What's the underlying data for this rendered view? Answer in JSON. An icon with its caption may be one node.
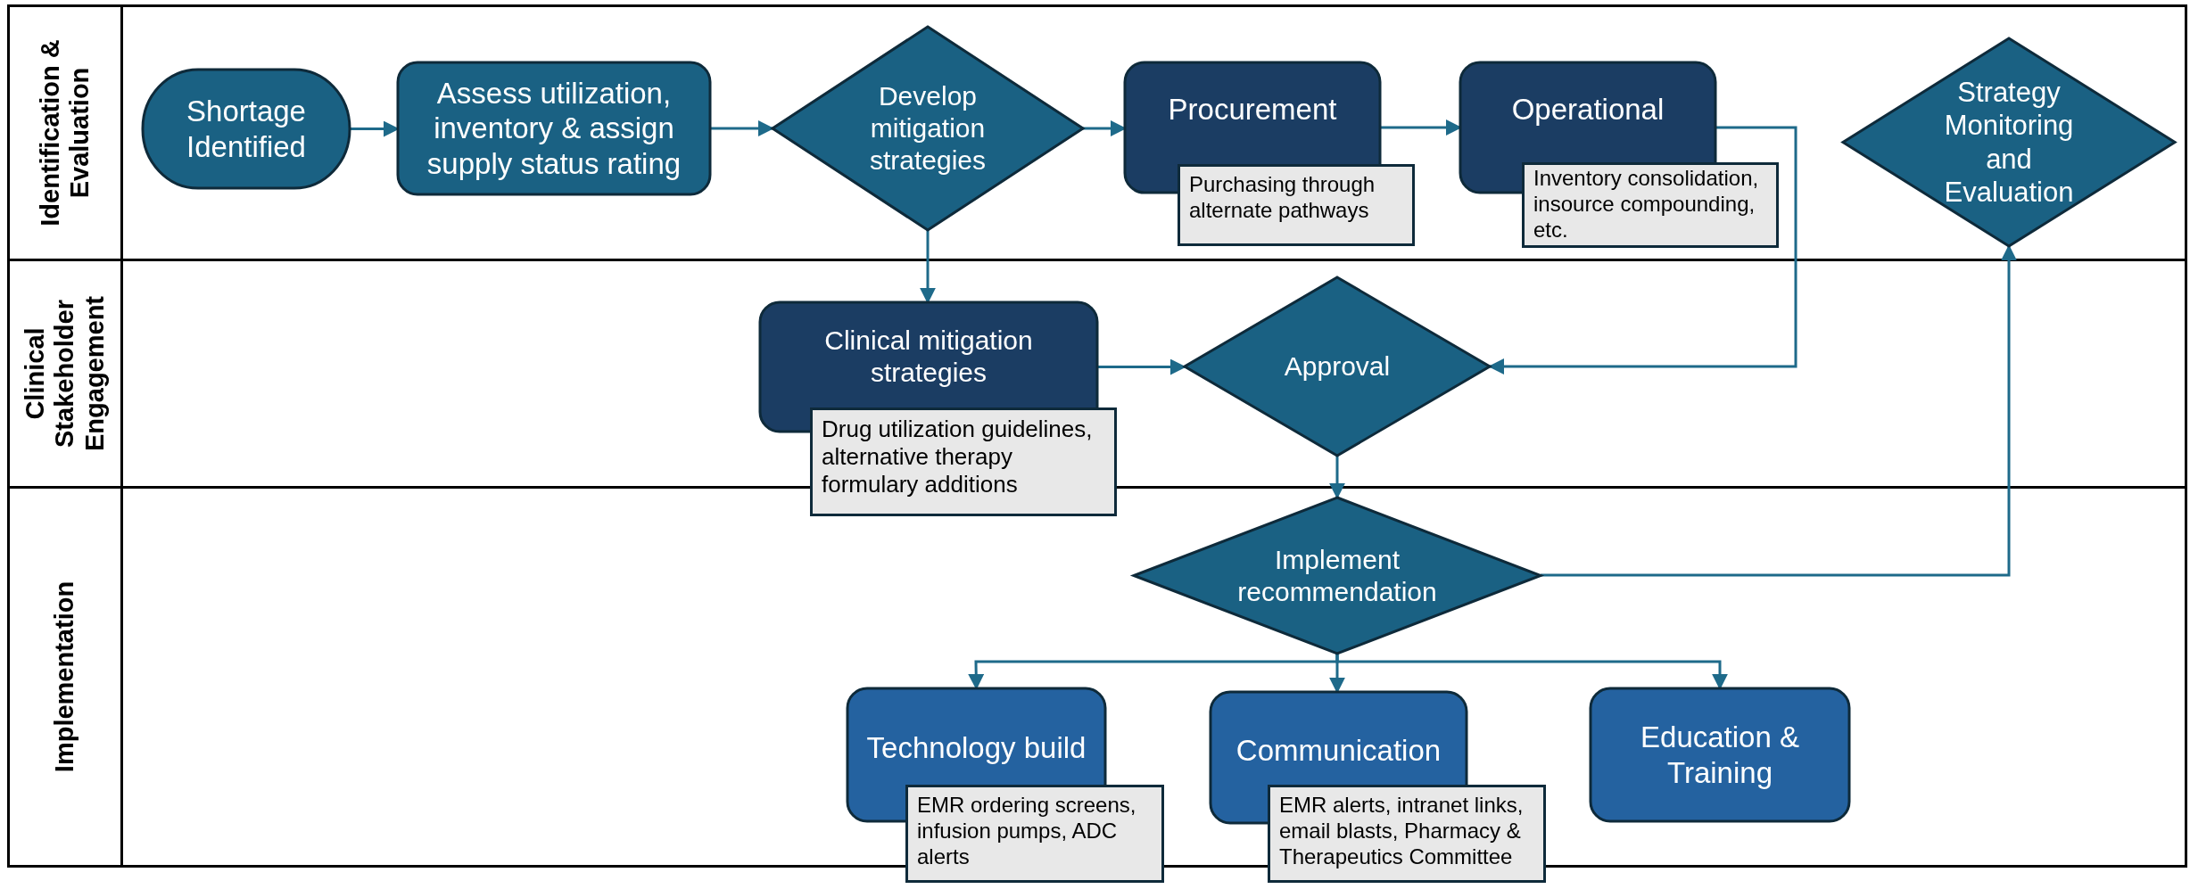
{
  "diagram": {
    "nodes": [
      {
        "text": [
          "Identification & Evaluation"
        ]
      },
      {
        "text": [
          "Clinical Stakeholder Engagement"
        ]
      },
      {
        "text": [
          "Implementation"
        ]
      },
      {
        "text": [
          "Shortage Identified"
        ],
        "in": 0
      },
      {
        "text": [
          "Assess utilization, inventory & assign supply status rating"
        ],
        "in": 0
      },
      {
        "text": [
          "Develop mitigation strategies"
        ],
        "in": 0
      },
      {
        "text": [
          "Procurement"
        ],
        "in": 0,
        "beside": [
          "Purchasing through alternate pathways"
        ]
      },
      {
        "text": [
          "Operational"
        ],
        "in": 0,
        "beside": [
          "Inventory consolidation, insource compounding, etc."
        ]
      },
      {
        "text": [
          "Strategy Monitoring and Evaluation"
        ],
        "in": 0
      },
      {
        "text": [
          "Clinical mitigation strategies"
        ],
        "in": 1,
        "beside": [
          "Drug utilization guidelines, alternative therapy formulary additions"
        ]
      },
      {
        "text": [
          "Approval"
        ],
        "in": 1
      },
      {
        "text": [
          "Implement recommendation"
        ],
        "in": 2
      },
      {
        "text": [
          "Technology build"
        ],
        "in": 2,
        "beside": [
          "EMR ordering screens, infusion pumps, ADC alerts"
        ]
      },
      {
        "text": [
          "Communication"
        ],
        "in": 2,
        "beside": [
          "EMR alerts, intranet links, email blasts, Pharmacy & Therapeutics Committee"
        ]
      },
      {
        "text": [
          "Education & Training"
        ],
        "in": 2
      }
    ],
    "edges": [
      {
        "from": 3,
        "to": 4,
        "arrow": "to"
      },
      {
        "from": 4,
        "to": 5,
        "arrow": "to"
      },
      {
        "from": 5,
        "to": 6,
        "arrow": "to"
      },
      {
        "from": 6,
        "to": 7,
        "arrow": "to"
      },
      {
        "from": 5,
        "to": 9,
        "arrow": "to"
      },
      {
        "from": 9,
        "to": 10,
        "arrow": "to"
      },
      {
        "from": 7,
        "to": 10,
        "arrow": "to"
      },
      {
        "from": 10,
        "to": 11,
        "arrow": "to"
      },
      {
        "from": 11,
        "to": 8,
        "arrow": "to"
      },
      {
        "from": 11,
        "to": 12,
        "arrow": "to"
      },
      {
        "from": 11,
        "to": 13,
        "arrow": "to"
      },
      {
        "from": 11,
        "to": 14,
        "arrow": "to"
      }
    ]
  }
}
